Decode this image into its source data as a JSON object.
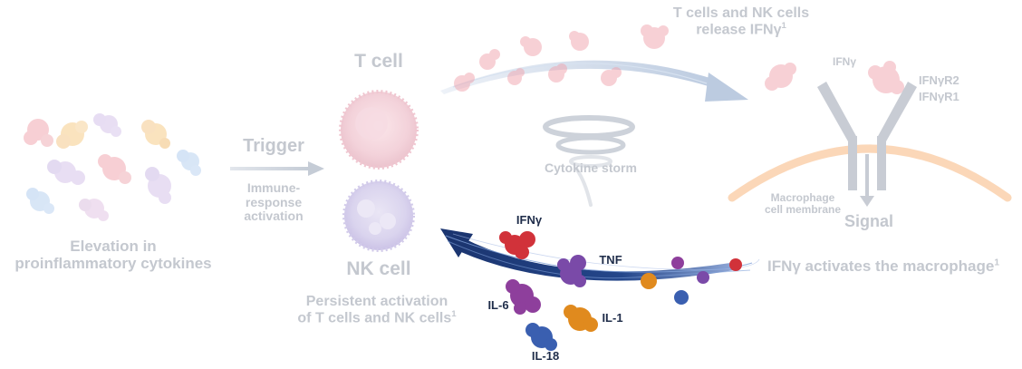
{
  "labels": {
    "elevation": "Elevation in\nproinflammatory cytokines",
    "trigger": "Trigger",
    "immune_activation": "Immune-\nresponse\nactivation",
    "t_cell": "T cell",
    "nk_cell": "NK cell",
    "persistent_activation": "Persistent activation\nof T cells and NK cells",
    "persistent_ref": "1",
    "release_ifn": "T cells and NK cells\nrelease IFNγ",
    "release_ref": "1",
    "cytokine_storm": "Cytokine storm",
    "receptor_ifn": "IFNγ",
    "ifnr2": "IFNγR2",
    "ifnr1": "IFNγR1",
    "macrophage_membrane": "Macrophage\ncell membrane",
    "signal": "Signal",
    "ifn_activates": "IFNγ activates the macrophage",
    "activates_ref": "1"
  },
  "cytokines": {
    "ifn": "IFNγ",
    "tnf": "TNF",
    "il6": "IL-6",
    "il1": "IL-1",
    "il18": "IL-18"
  },
  "colors": {
    "faded_text": "#c4c8cf",
    "dark_text": "#1f2d4a",
    "storm_arrow": "#1f3c78",
    "ifn_red": "#d1323a",
    "tnf_purple": "#7a4aa8",
    "il6_purple": "#8e3f9c",
    "il1_orange": "#e08a1e",
    "il18_blue": "#3a5fb0",
    "membrane": "#f9c9a0"
  }
}
